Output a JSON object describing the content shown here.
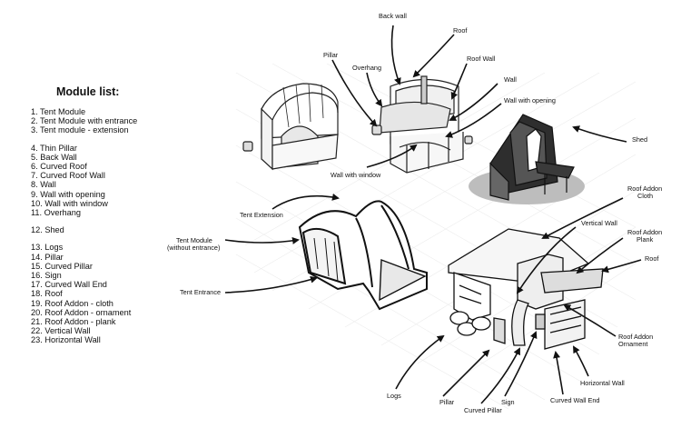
{
  "module_list": {
    "title": "Module list:",
    "items": [
      {
        "text": "1. Tent Module",
        "gap": false
      },
      {
        "text": "2. Tent Module with entrance",
        "gap": false
      },
      {
        "text": "3. Tent module - extension",
        "gap": false
      },
      {
        "text": "4. Thin Pillar",
        "gap": true
      },
      {
        "text": "5. Back Wall",
        "gap": false
      },
      {
        "text": "6. Curved Roof",
        "gap": false
      },
      {
        "text": "7. Curved Roof Wall",
        "gap": false
      },
      {
        "text": "8. Wall",
        "gap": false
      },
      {
        "text": "9. Wall with opening",
        "gap": false
      },
      {
        "text": "10. Wall with window",
        "gap": false
      },
      {
        "text": "11. Overhang",
        "gap": false
      },
      {
        "text": "12. Shed",
        "gap": true
      },
      {
        "text": "13. Logs",
        "gap": true
      },
      {
        "text": "14. Pillar",
        "gap": false
      },
      {
        "text": "15. Curved Pillar",
        "gap": false
      },
      {
        "text": "16. Sign",
        "gap": false
      },
      {
        "text": "17. Curved Wall End",
        "gap": false
      },
      {
        "text": "18. Roof",
        "gap": false
      },
      {
        "text": "19. Roof Addon - cloth",
        "gap": false
      },
      {
        "text": "20. Roof Addon - ornament",
        "gap": false
      },
      {
        "text": "21. Roof Addon - plank",
        "gap": false
      },
      {
        "text": "22. Vertical Wall",
        "gap": false
      },
      {
        "text": "23. Horizontal Wall",
        "gap": false
      }
    ]
  },
  "labels": {
    "back_wall": "Back wall",
    "roof_top": "Roof",
    "pillar_top": "Pillar",
    "overhang": "Overhang",
    "roof_wall": "Roof Wall",
    "wall": "Wall",
    "wall_with_opening": "Wall with opening",
    "shed": "Shed",
    "wall_with_window": "Wall with window",
    "tent_extension": "Tent Extension",
    "tent_module_line1": "Tent Module",
    "tent_module_line2": "(without entrance)",
    "tent_entrance": "Tent Entrance",
    "roof_addon_cloth_line1": "Roof Addon",
    "roof_addon_cloth_line2": "Cloth",
    "vertical_wall": "Vertical Wall",
    "roof_addon_plank_line1": "Roof Addon",
    "roof_addon_plank_line2": "Plank",
    "roof_right": "Roof",
    "roof_addon_ornament_line1": "Roof Addon",
    "roof_addon_ornament_line2": "Ornament",
    "horizontal_wall": "Horizontal Wall",
    "logs": "Logs",
    "pillar_bottom": "Pillar",
    "curved_pillar": "Curved Pillar",
    "sign": "Sign",
    "curved_wall_end": "Curved Wall End"
  }
}
